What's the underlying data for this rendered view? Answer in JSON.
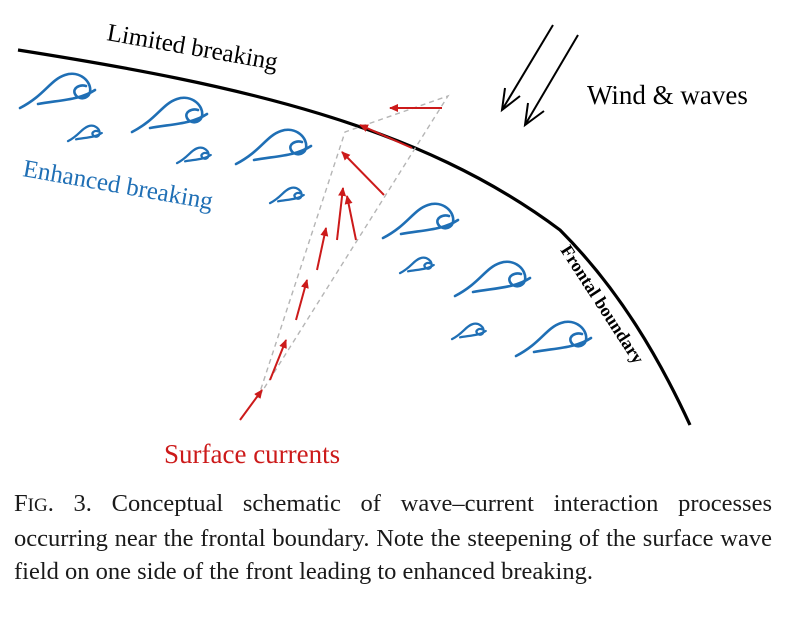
{
  "labels": {
    "limited_breaking": "Limited breaking",
    "enhanced_breaking": "Enhanced breaking",
    "wind_waves": "Wind & waves",
    "frontal_boundary": "Frontal boundary",
    "surface_currents": "Surface currents"
  },
  "caption": {
    "fig_prefix": "F",
    "fig_smallcaps": "IG",
    "fig_number": ". 3.",
    "text": "Conceptual schematic of wave–current interaction processes occurring near the frontal boundary. Note the steepening of the surface wave field on one side of the front leading to enhanced breaking."
  },
  "colors": {
    "wave_blue": "#1f6fb5",
    "label_blue": "#1f6fb5",
    "current_red": "#cc1a1a",
    "front_black": "#000000",
    "dashed_gray": "#b5b5b5"
  },
  "icons": {
    "wave": "breaking-wave-icon",
    "arrow": "current-arrow-icon",
    "wind": "wind-arrow-icon"
  }
}
